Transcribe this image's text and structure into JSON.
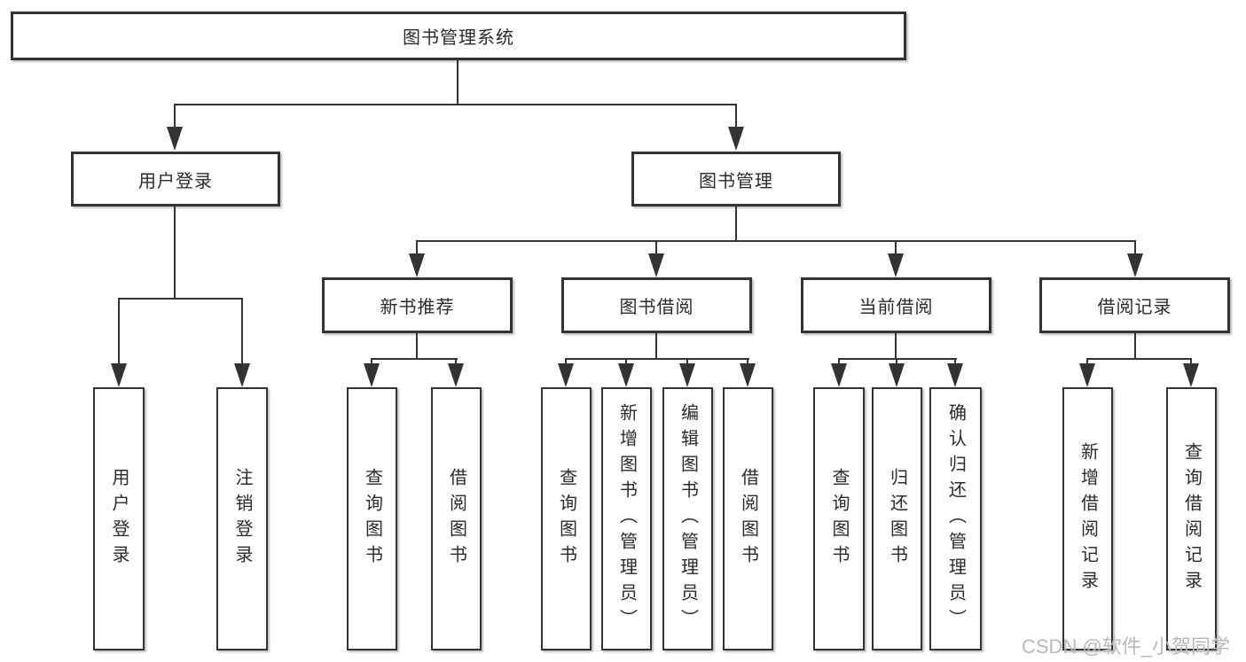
{
  "tree": {
    "label": "图书管理系统",
    "children": [
      {
        "label": "用户登录",
        "children": [
          {
            "label": "用户登录"
          },
          {
            "label": "注销登录"
          }
        ]
      },
      {
        "label": "图书管理",
        "children": [
          {
            "label": "新书推荐",
            "children": [
              {
                "label": "查询图书"
              },
              {
                "label": "借阅图书"
              }
            ]
          },
          {
            "label": "图书借阅",
            "children": [
              {
                "label": "查询图书"
              },
              {
                "label": "新增图书（管理员）"
              },
              {
                "label": "编辑图书（管理员）"
              },
              {
                "label": "借阅图书"
              }
            ]
          },
          {
            "label": "当前借阅",
            "children": [
              {
                "label": "查询图书"
              },
              {
                "label": "归还图书"
              },
              {
                "label": "确认归还（管理员）"
              }
            ]
          },
          {
            "label": "借阅记录",
            "children": [
              {
                "label": "新增借阅记录"
              },
              {
                "label": "查询借阅记录"
              }
            ]
          }
        ]
      }
    ]
  },
  "watermark": {
    "text": "CSDN @软件_小贺同学"
  },
  "colors": {
    "line": "#333333",
    "box_border": "#333333",
    "box_background": "#ffffff",
    "text": "#2b2b2b",
    "watermark": "#b9b9b9"
  }
}
